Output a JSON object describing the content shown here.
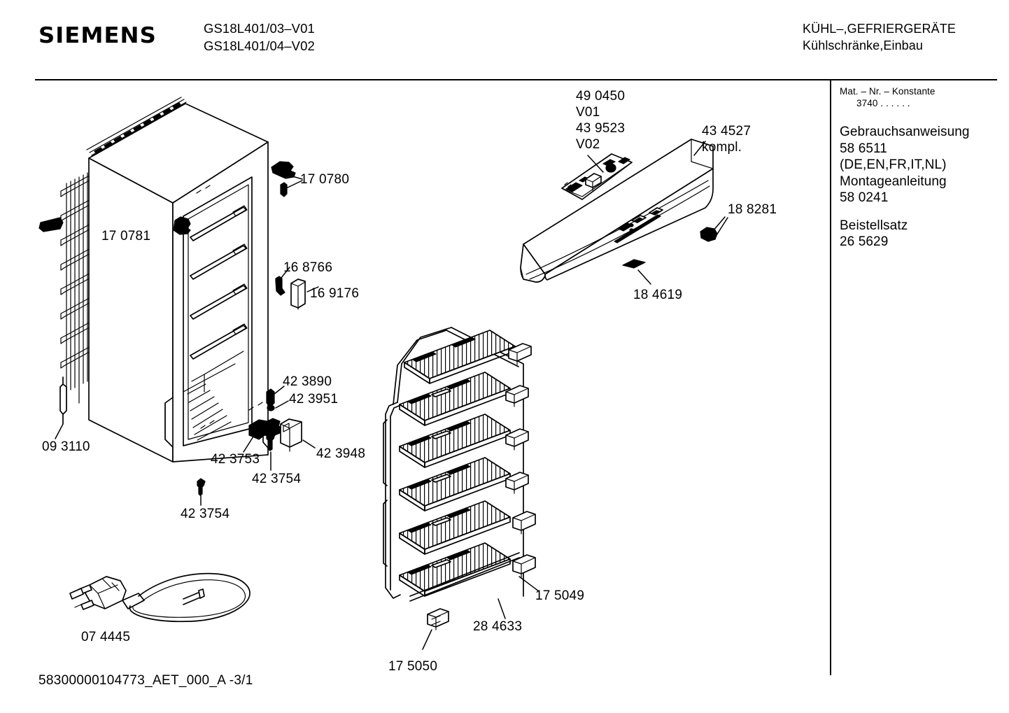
{
  "document": {
    "brand": "SIEMENS",
    "models": [
      "GS18L401/03–V01",
      "GS18L401/04–V02"
    ],
    "category_line1": "KÜHL–,GEFRIERGERÄTE",
    "category_line2": "Kühlschränke,Einbau",
    "footer": "58300000104773_AET_000_A  -3/1",
    "ink_color": "#000000",
    "paper_color": "#ffffff"
  },
  "side_panel": {
    "mat_nr_label": "Mat. – Nr. – Konstante",
    "mat_nr_value": "3740 .  .    .   .   .   .",
    "entries": [
      {
        "title": "Gebrauchsanweisung",
        "number": "58 6511",
        "languages": "(DE,EN,FR,IT,NL)"
      },
      {
        "title": "Montageanleitung",
        "number": "58 0241"
      },
      {
        "title": "Beistellsatz",
        "number": "26 5629"
      }
    ]
  },
  "callouts": {
    "c_170780": "17 0780",
    "c_170781": "17 0781",
    "c_168766": "16 8766",
    "c_169176": "16 9176",
    "c_093110": "09 3110",
    "c_423890": "42 3890",
    "c_423951": "42 3951",
    "c_423753": "42 3753",
    "c_423754_a": "42 3754",
    "c_423754_b": "42 3754",
    "c_423948": "42 3948",
    "c_074445": "07 4445",
    "c_490450": "49 0450",
    "c_v01": "V01",
    "c_439523": "43 9523",
    "c_v02": "V02",
    "c_434527": "43 4527",
    "c_kompl": "kompl.",
    "c_188281": "18 8281",
    "c_184619": "18 4619",
    "c_175049": "17 5049",
    "c_175050": "17 5050",
    "c_284633": "28 4633"
  }
}
